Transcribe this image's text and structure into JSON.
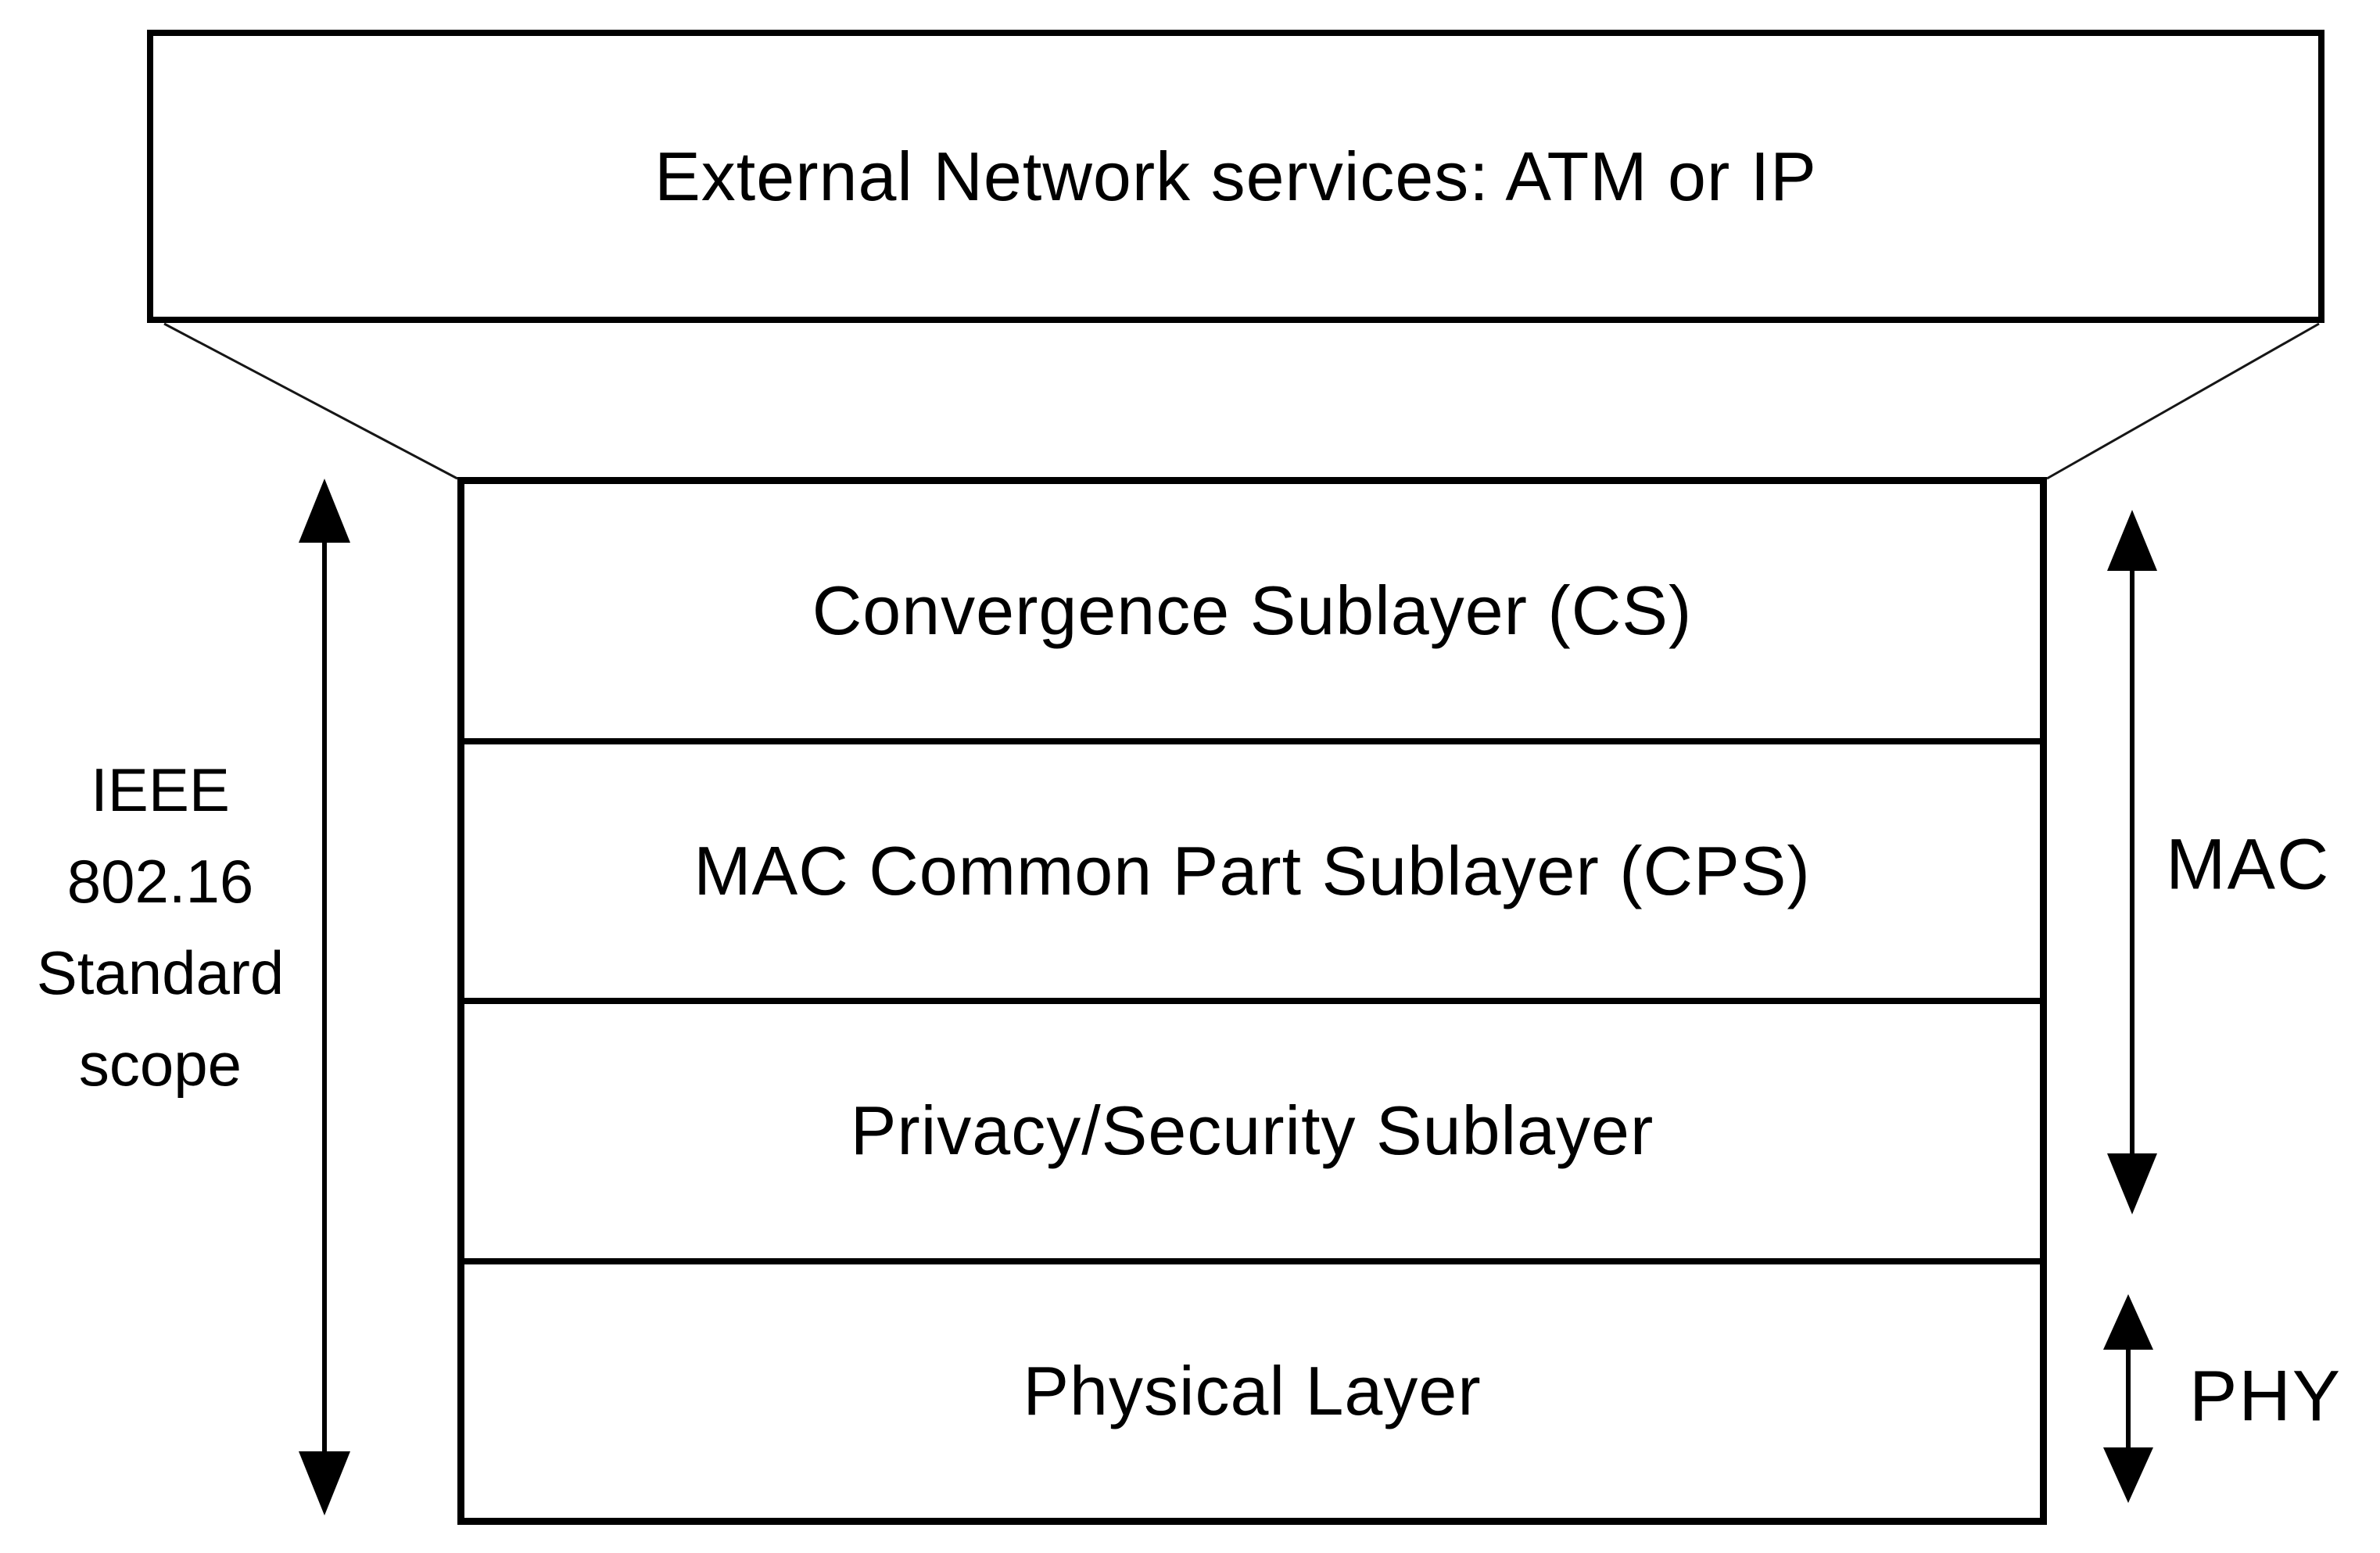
{
  "external_network_box": {
    "label": "External Network services: ATM or IP"
  },
  "protocol_stack": {
    "layers": [
      {
        "label": "Convergence Sublayer (CS)"
      },
      {
        "label": "MAC Common Part Sublayer (CPS)"
      },
      {
        "label": "Privacy/Security Sublayer"
      },
      {
        "label": "Physical Layer"
      }
    ]
  },
  "scope_annotation": {
    "lines": [
      "IEEE",
      "802.16",
      "Standard",
      "scope"
    ]
  },
  "right_annotations": {
    "mac_label": "MAC",
    "phy_label": "PHY"
  },
  "colors": {
    "background": "#ffffff",
    "line": "#000000",
    "text": "#000000"
  }
}
